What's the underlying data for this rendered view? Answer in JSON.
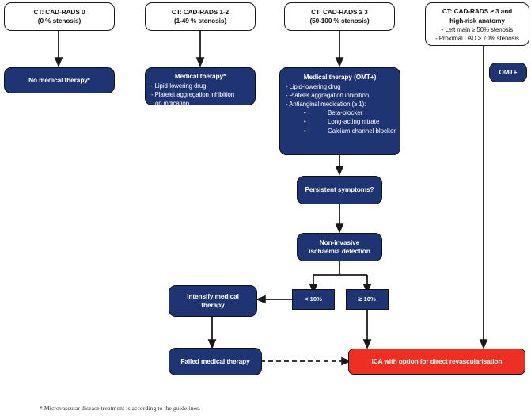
{
  "diagram": {
    "title": "CAD-RADS management flowchart",
    "colors": {
      "navy": "#1f3473",
      "red": "#ee2f24",
      "white": "#ffffff",
      "line": "#1a1a1a"
    },
    "nodes": {
      "cad0": {
        "line1": "CT: CAD-RADS 0",
        "line2": "(0 % stenosis)"
      },
      "cad12": {
        "line1": "CT: CAD-RADS 1-2",
        "line2": "(1-49 % stenosis)"
      },
      "cad3": {
        "line1": "CT: CAD-RADS ≥ 3",
        "line2": "(50-100 % stenosis)"
      },
      "cad3hr": {
        "line1": "CT: CAD-RADS ≥ 3 and",
        "line2": "high-risk anatomy",
        "bullet1": "- Left main ≥ 50% stenosis",
        "bullet2": "- Proximal LAD ≥ 70% stenosis"
      },
      "no_therapy": {
        "label": "No medical therapy*"
      },
      "med_therapy_star": {
        "title": "Medical therapy*",
        "bullet1": "- Lipid-lowering drug",
        "bullet2": "- Platelet aggregation inhibition",
        "bullet3": "on indication"
      },
      "med_therapy_omt": {
        "title": "Medical therapy (OMT+)",
        "bullet1": "- Lipid-lowering drug",
        "bullet2": "- Platelet aggregation inhibition",
        "bullet3": "- Antianginal medication (≥ 1):",
        "sub1": "Beta-blocker",
        "sub2": "Long-acting nitrate",
        "sub3": "Calcium channel blocker",
        "dot": "•"
      },
      "omt_plus": {
        "label": "OMT+"
      },
      "persistent": {
        "label": "Persistent symptoms?"
      },
      "ischaemia": {
        "line1": "Non-invasive",
        "line2": "ischaemia detection"
      },
      "lt10": {
        "label": "< 10%"
      },
      "gte10": {
        "label": "≥ 10%"
      },
      "intensify": {
        "line1": "Intensify medical",
        "line2": "therapy"
      },
      "failed": {
        "label": "Failed medical therapy"
      },
      "ica": {
        "label": "ICA with option for direct revascularisation"
      }
    },
    "footnote": "* Microvascular disease treatment is according to the guidelines."
  }
}
